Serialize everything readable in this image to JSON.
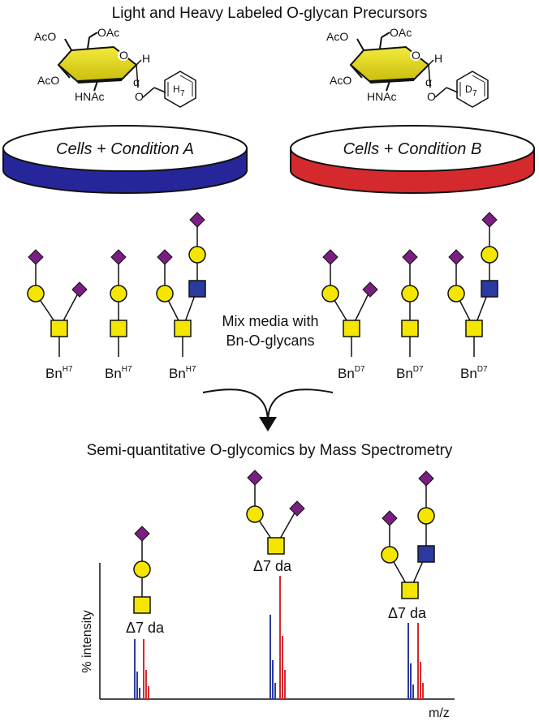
{
  "top_title": "Light and Heavy Labeled O-glycan Precursors",
  "chem": {
    "oac": "OAc",
    "aco": "AcO",
    "hnac": "HNAc",
    "h": "H",
    "alpha": "α",
    "label_left": "H",
    "label_left_sub": "7",
    "label_right": "D",
    "label_right_sub": "7"
  },
  "dish_left": {
    "label": "Cells + Condition A",
    "color": "#26269a"
  },
  "dish_right": {
    "label": "Cells + Condition B",
    "color": "#d42a2e"
  },
  "glycans": {
    "bn": "Bn",
    "sup_light": "H7",
    "sup_heavy": "D7"
  },
  "mix_line1": "Mix media with",
  "mix_line2": "Bn-O-glycans",
  "bottom_title": "Semi-quantitative O-glycomics by Mass Spectrometry",
  "delta_label": "Δ7 da",
  "axis": {
    "y": "% intensity",
    "x": "m/z"
  },
  "colors": {
    "galnac_square": "#f5e600",
    "gal_circle": "#f5e600",
    "glcnac_square": "#2b3a9e",
    "sialic_diamond": "#7a1f82",
    "light_peak": "#2b3a9e",
    "heavy_peak": "#d42a2e",
    "ring_fill": "#e8de1a"
  }
}
